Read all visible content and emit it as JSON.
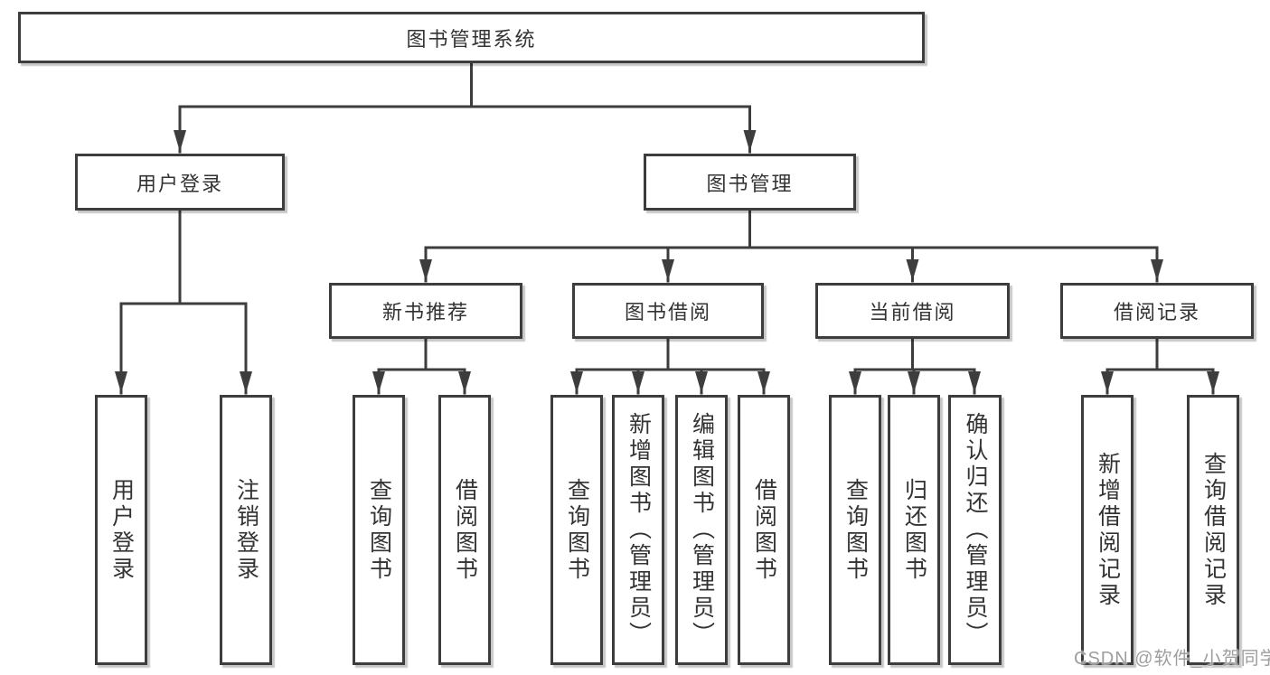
{
  "diagram": {
    "root": {
      "label": "图书管理系统",
      "children": [
        {
          "label": "用户登录",
          "children": [
            {
              "label": "用户登录"
            },
            {
              "label": "注销登录"
            }
          ]
        },
        {
          "label": "图书管理",
          "children": [
            {
              "label": "新书推荐",
              "children": [
                {
                  "label": "查询图书"
                },
                {
                  "label": "借阅图书"
                }
              ]
            },
            {
              "label": "图书借阅",
              "children": [
                {
                  "label": "查询图书"
                },
                {
                  "label": "新增图书（管理员）"
                },
                {
                  "label": "编辑图书（管理员）"
                },
                {
                  "label": "借阅图书"
                }
              ]
            },
            {
              "label": "当前借阅",
              "children": [
                {
                  "label": "查询图书"
                },
                {
                  "label": "归还图书"
                },
                {
                  "label": "确认归还（管理员）"
                }
              ]
            },
            {
              "label": "借阅记录",
              "children": [
                {
                  "label": "新增借阅记录"
                },
                {
                  "label": "查询借阅记录"
                }
              ]
            }
          ]
        }
      ]
    },
    "watermark": "CSDN @软件_小贺同学",
    "colors": {
      "line": "#3d3d3d",
      "text": "#333333",
      "background": "#ffffff",
      "watermark": "#999999"
    }
  }
}
